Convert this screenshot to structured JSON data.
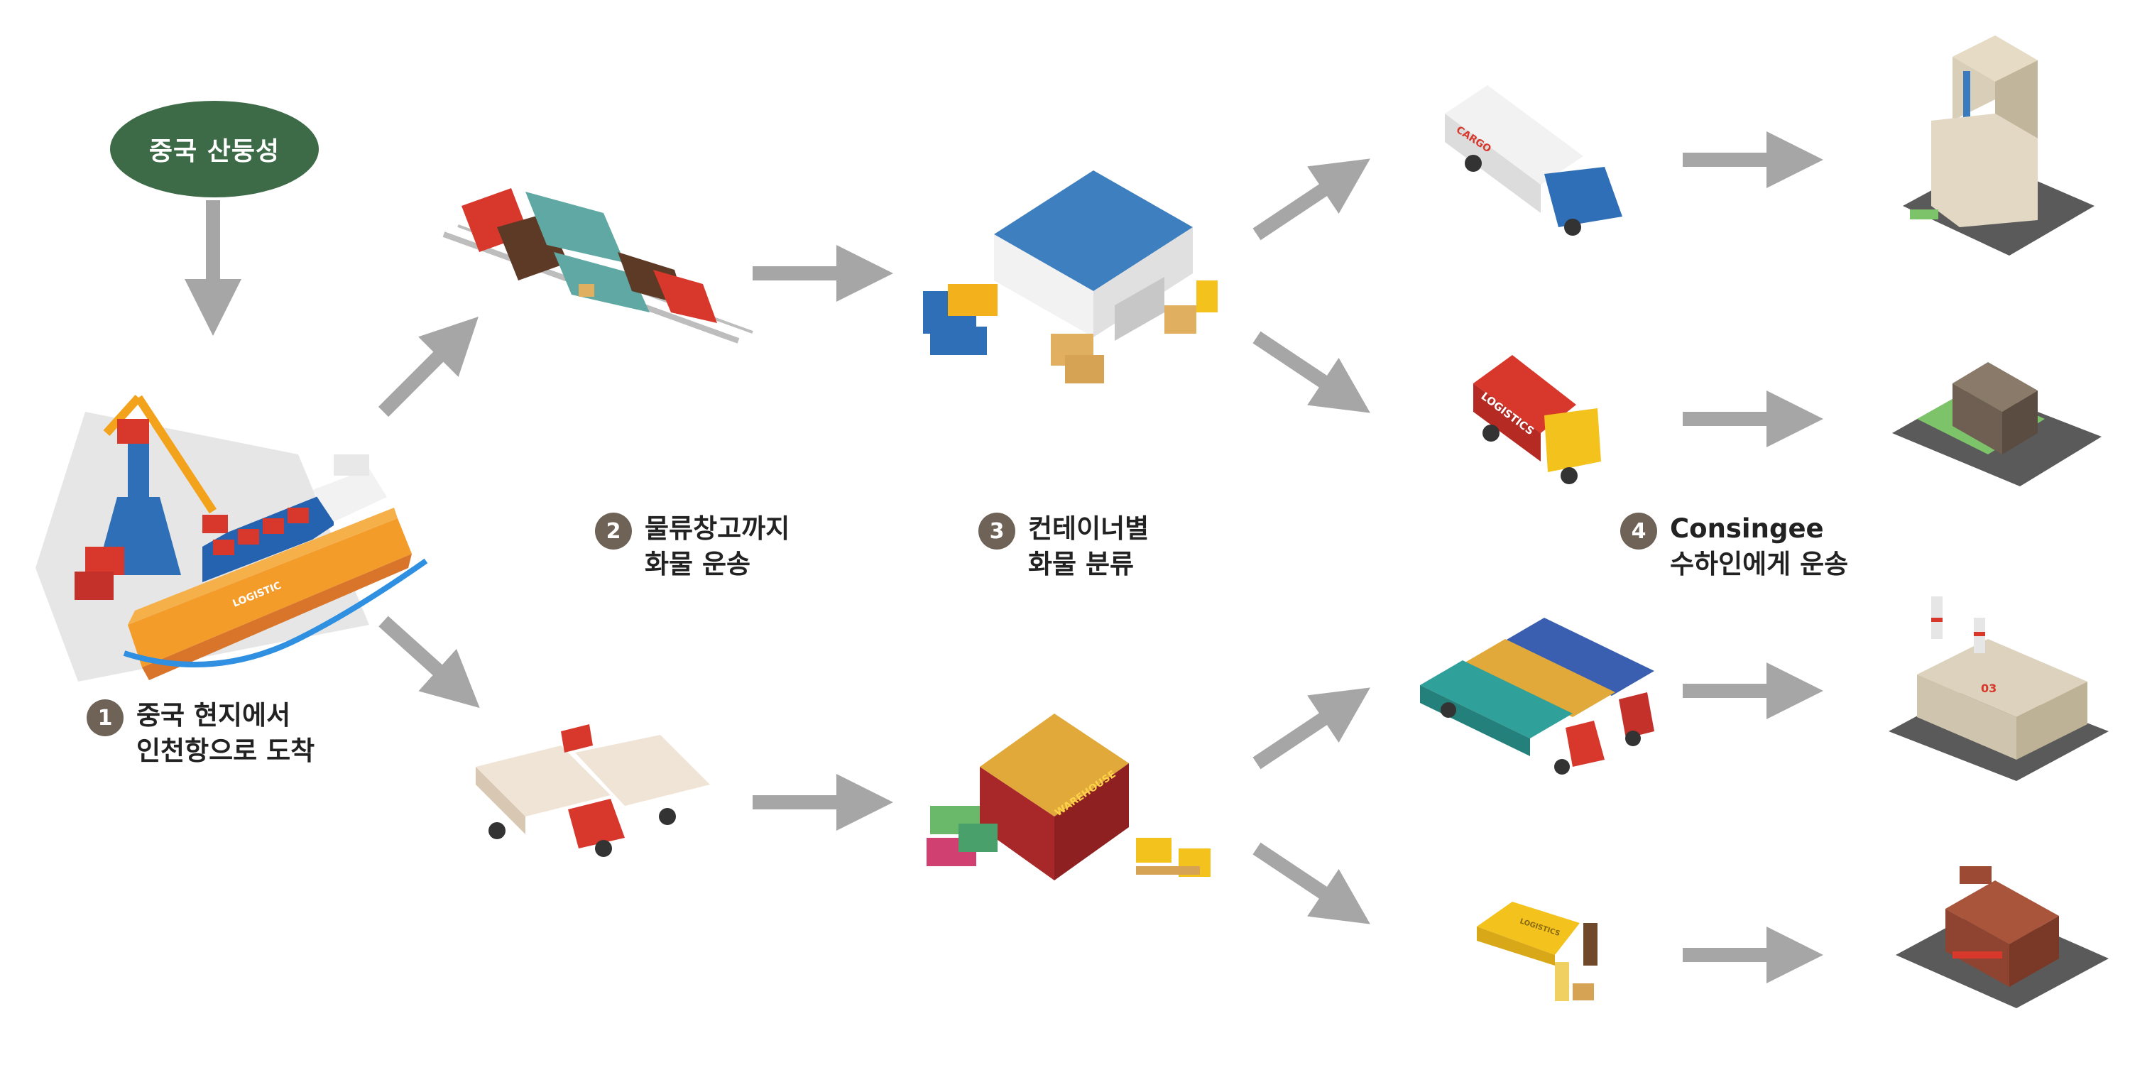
{
  "origin": {
    "label": "중국 산둥성"
  },
  "steps": [
    {
      "number": "1",
      "lines": [
        "중국 현지에서",
        "인천항으로 도착"
      ]
    },
    {
      "number": "2",
      "lines": [
        "물류창고까지",
        "화물 운송"
      ]
    },
    {
      "number": "3",
      "lines": [
        "컨테이너별",
        "화물 분류"
      ]
    },
    {
      "number": "4",
      "lines": [
        "Consingee",
        "수하인에게 운송"
      ]
    }
  ],
  "illustration_text": {
    "cargo_truck": "CARGO",
    "logistics_truck": "LOGISTICS",
    "ship_hull": "LOGISTIC",
    "warehouse_sign": "WAREHOUSE",
    "van": "LOGISTICS",
    "factory_number": "03"
  },
  "colors": {
    "arrow": "#a6a6a6",
    "origin_oval": "#3d6b47",
    "step_badge": "#6f6358",
    "label_text": "#222222"
  }
}
